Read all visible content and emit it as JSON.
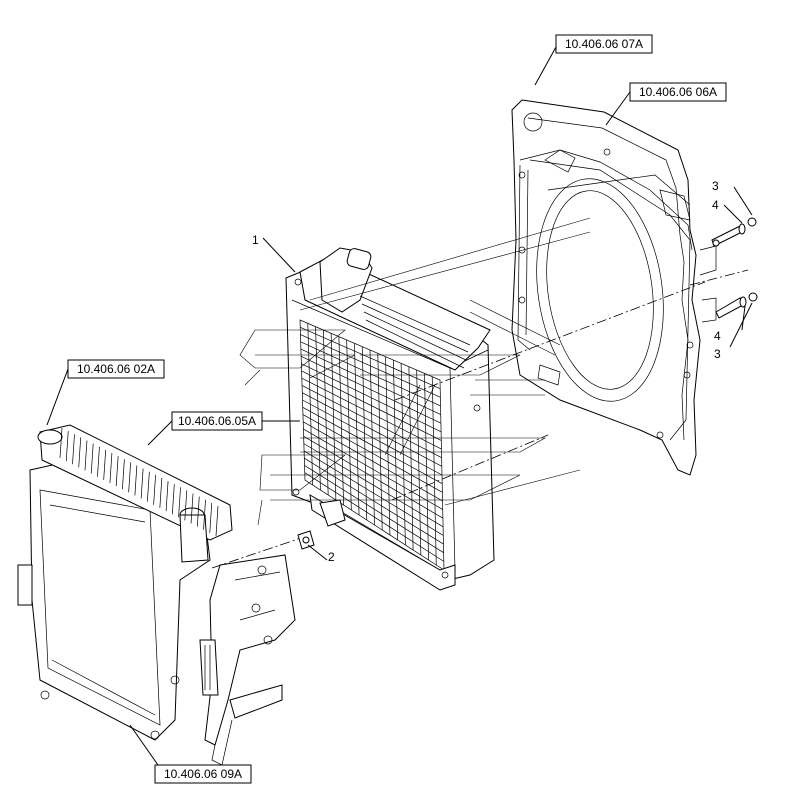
{
  "references": {
    "frame_top": "10.406.06 07A",
    "shroud": "10.406.06 06A",
    "intercooler": "10.406.06 02A",
    "oil_cooler": "10.406.06.05A",
    "bracket_bottom": "10.406.06 09A"
  },
  "callouts": {
    "radiator": "1",
    "drain_valve": "2",
    "bolt_top": "3",
    "washer_top": "4",
    "washer_bottom": "4",
    "bolt_bottom": "3"
  }
}
